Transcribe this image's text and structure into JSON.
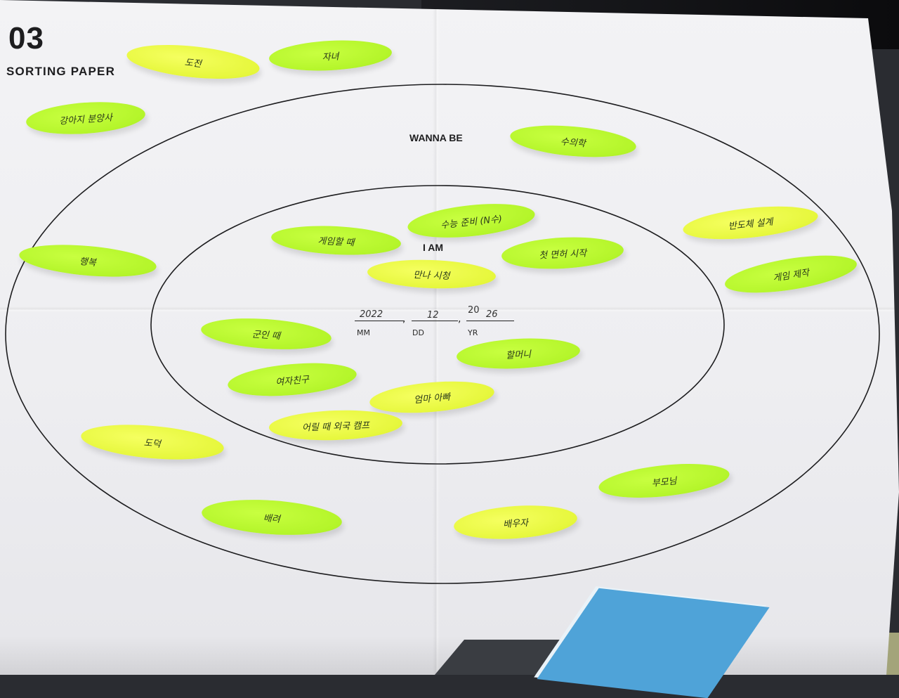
{
  "header": {
    "number": "03",
    "subtitle": "SORTING PAPER"
  },
  "rings": {
    "outer_label": "WANNA BE",
    "inner_label": "I AM"
  },
  "date": {
    "mm_value": "2022",
    "dd_value": "12",
    "yr_prefix": "20",
    "yr_value": "26",
    "mm_label": "MM",
    "dd_label": "DD",
    "yr_label": "YR"
  },
  "colors": {
    "lime": "#b4f52a",
    "yellow": "#e6f73c",
    "paper": "#f0f0f3",
    "ink": "#1d1d1f"
  },
  "notes": [
    {
      "text": "도전",
      "zone": "outside",
      "color": "yellow"
    },
    {
      "text": "자녀",
      "zone": "outside",
      "color": "lime"
    },
    {
      "text": "강아지 분양사",
      "zone": "outside",
      "color": "lime"
    },
    {
      "text": "수의학",
      "zone": "wanna-be",
      "color": "lime"
    },
    {
      "text": "반도체 설계",
      "zone": "wanna-be",
      "color": "yellow"
    },
    {
      "text": "게임 제작",
      "zone": "wanna-be",
      "color": "lime"
    },
    {
      "text": "행복",
      "zone": "wanna-be",
      "color": "lime"
    },
    {
      "text": "게임할 때",
      "zone": "i-am",
      "color": "lime"
    },
    {
      "text": "수능 준비 (N수)",
      "zone": "i-am",
      "color": "lime"
    },
    {
      "text": "첫 면허 시작",
      "zone": "i-am",
      "color": "lime"
    },
    {
      "text": "만나 시청",
      "zone": "i-am",
      "color": "yellow"
    },
    {
      "text": "군인 때",
      "zone": "i-am",
      "color": "lime"
    },
    {
      "text": "할머니",
      "zone": "i-am",
      "color": "lime"
    },
    {
      "text": "여자친구",
      "zone": "i-am",
      "color": "lime"
    },
    {
      "text": "엄마 아빠",
      "zone": "i-am",
      "color": "yellow"
    },
    {
      "text": "어릴 때 외국 캠프",
      "zone": "i-am",
      "color": "yellow"
    },
    {
      "text": "도덕",
      "zone": "wanna-be",
      "color": "yellow"
    },
    {
      "text": "부모님",
      "zone": "wanna-be",
      "color": "lime"
    },
    {
      "text": "배려",
      "zone": "wanna-be",
      "color": "lime"
    },
    {
      "text": "배우자",
      "zone": "wanna-be",
      "color": "yellow"
    }
  ]
}
